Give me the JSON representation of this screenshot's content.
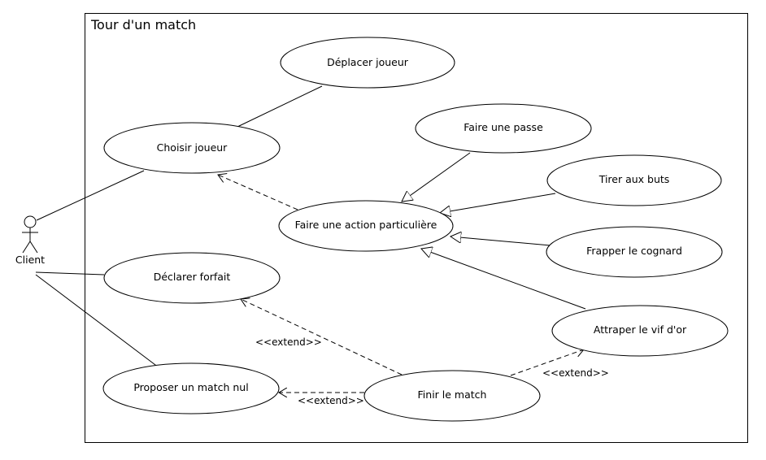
{
  "system": {
    "title": "Tour d'un match"
  },
  "actor": {
    "name": "Client"
  },
  "use_cases": {
    "deplacer": "Déplacer joueur",
    "choisir": "Choisir joueur",
    "passe": "Faire une passe",
    "tirer": "Tirer aux buts",
    "action": "Faire une action particulière",
    "frapper": "Frapper le cognard",
    "forfait": "Déclarer forfait",
    "attraper": "Attraper le vif d'or",
    "nul": "Proposer un match nul",
    "finir": "Finir le match"
  },
  "relations": {
    "extend_label": "<<extend>>"
  }
}
